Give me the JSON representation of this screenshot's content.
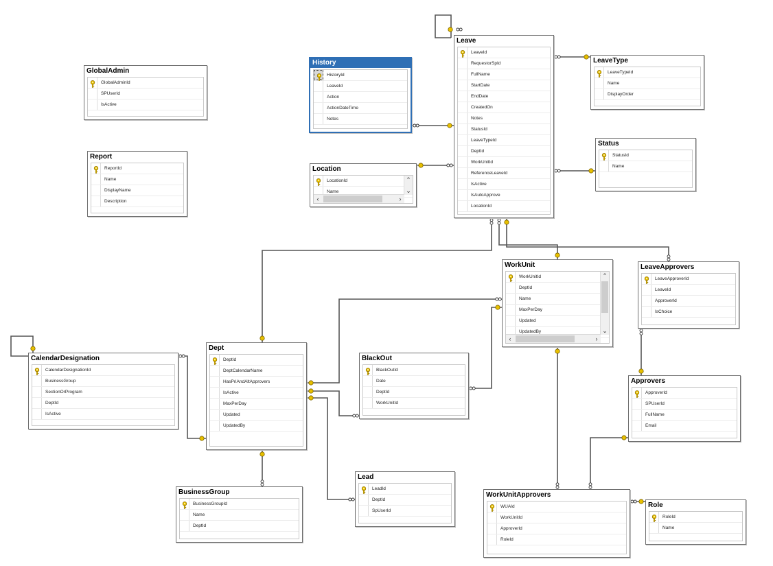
{
  "tables": [
    {
      "name": "GlobalAdmin",
      "columns": [
        "GlobalAdminId",
        "SPUserId",
        "IsActive"
      ],
      "pk": 0
    },
    {
      "name": "Report",
      "columns": [
        "ReportId",
        "Name",
        "DisplayName",
        "Description"
      ],
      "pk": 0
    },
    {
      "name": "History",
      "columns": [
        "HistoryId",
        "LeaveId",
        "Action",
        "ActionDateTime",
        "Notes"
      ],
      "pk": 0,
      "selected": true
    },
    {
      "name": "Leave",
      "columns": [
        "LeaveId",
        "RequestorSpId",
        "FullName",
        "StartDate",
        "EndDate",
        "CreatedOn",
        "Notes",
        "StatusId",
        "LeaveTypeId",
        "DeptId",
        "WorkUnitId",
        "ReferenceLeaveId",
        "IsActive",
        "IsAutoApprove",
        "LocationId"
      ],
      "pk": 0
    },
    {
      "name": "LeaveType",
      "columns": [
        "LeaveTypeId",
        "Name",
        "DisplayOrder"
      ],
      "pk": 0
    },
    {
      "name": "Status",
      "columns": [
        "StatusId",
        "Name"
      ],
      "pk": 0
    },
    {
      "name": "Location",
      "columns": [
        "LocationId",
        "Name"
      ],
      "pk": 0,
      "scroll": true
    },
    {
      "name": "WorkUnit",
      "columns": [
        "WorkUnitId",
        "DeptId",
        "Name",
        "MaxPerDay",
        "Updated",
        "UpdatedBy"
      ],
      "pk": 0,
      "scroll": true
    },
    {
      "name": "LeaveApprovers",
      "columns": [
        "LeaveApproverId",
        "LeaveId",
        "ApproverId",
        "IsChoice"
      ],
      "pk": 0
    },
    {
      "name": "CalendarDesignation",
      "columns": [
        "CalendarDesignationId",
        "BusinessGroup",
        "SectionOrProgram",
        "DeptId",
        "IsActive"
      ],
      "pk": 0
    },
    {
      "name": "Dept",
      "columns": [
        "DeptId",
        "DeptCalendarName",
        "HasPriAndAltApprovers",
        "IsActive",
        "MaxPerDay",
        "Updated",
        "UpdatedBy"
      ],
      "pk": 0
    },
    {
      "name": "BlackOut",
      "columns": [
        "BlackOutId",
        "Date",
        "DeptId",
        "WorkUnitId"
      ],
      "pk": 0
    },
    {
      "name": "Approvers",
      "columns": [
        "ApproverId",
        "SPUserId",
        "FullName",
        "Email"
      ],
      "pk": 0
    },
    {
      "name": "BusinessGroup",
      "columns": [
        "BusinessGroupId",
        "Name",
        "DeptId"
      ],
      "pk": 0
    },
    {
      "name": "Lead",
      "columns": [
        "LeadId",
        "DeptId",
        "SpUserId"
      ],
      "pk": 0
    },
    {
      "name": "WorkUnitApprovers",
      "columns": [
        "WUAId",
        "WorkUnitId",
        "ApproverId",
        "RoleId"
      ],
      "pk": 0
    },
    {
      "name": "Role",
      "columns": [
        "RoleId",
        "Name"
      ],
      "pk": 0
    }
  ],
  "colors": {
    "key": "#e8c000",
    "selected": "#2f6fb5",
    "line": "#555555"
  },
  "icons": {
    "key": "key-icon",
    "infinity": "many-end-icon"
  }
}
